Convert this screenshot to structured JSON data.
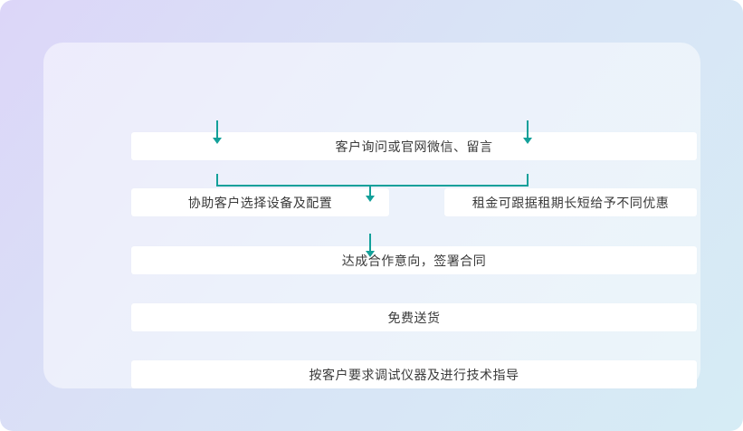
{
  "diagram": {
    "type": "flowchart",
    "accent_color": "#13a09a",
    "background": {
      "gradient_from": "#dcd6f8",
      "gradient_to": "#d6ecf5"
    },
    "card_color": "rgba(255,255,255,0.5)",
    "nodes": [
      {
        "id": "inquiry",
        "label": "客户询问或官网微信、留言"
      },
      {
        "id": "assist",
        "label": "协助客户选择设备及配置"
      },
      {
        "id": "discount",
        "label": "租金可跟据租期长短给予不同优惠"
      },
      {
        "id": "contract",
        "label": "达成合作意向，签署合同"
      },
      {
        "id": "delivery",
        "label": "免费送货"
      },
      {
        "id": "debug",
        "label": "按客户要求调试仪器及进行技术指导"
      }
    ],
    "edges": [
      {
        "from": "inquiry",
        "to": "assist"
      },
      {
        "from": "inquiry",
        "to": "discount"
      },
      {
        "from": "assist",
        "to": "contract"
      },
      {
        "from": "discount",
        "to": "contract"
      },
      {
        "from": "contract",
        "to": "delivery"
      }
    ]
  }
}
